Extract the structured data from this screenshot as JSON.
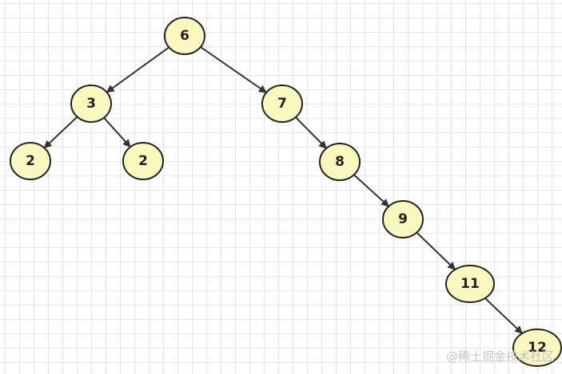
{
  "tree": {
    "nodes": [
      {
        "id": "n6",
        "label": "6"
      },
      {
        "id": "n3",
        "label": "3"
      },
      {
        "id": "n7",
        "label": "7"
      },
      {
        "id": "n2a",
        "label": "2"
      },
      {
        "id": "n2b",
        "label": "2"
      },
      {
        "id": "n8",
        "label": "8"
      },
      {
        "id": "n9",
        "label": "9"
      },
      {
        "id": "n11",
        "label": "11"
      },
      {
        "id": "n12",
        "label": "12"
      }
    ],
    "edges": [
      {
        "from": "n6",
        "to": "n3"
      },
      {
        "from": "n6",
        "to": "n7"
      },
      {
        "from": "n3",
        "to": "n2a"
      },
      {
        "from": "n3",
        "to": "n2b"
      },
      {
        "from": "n7",
        "to": "n8"
      },
      {
        "from": "n8",
        "to": "n9"
      },
      {
        "from": "n9",
        "to": "n11"
      },
      {
        "from": "n11",
        "to": "n12"
      }
    ]
  },
  "colors": {
    "node_fill": "#fbf8bf",
    "node_stroke": "#222222",
    "edge": "#333333",
    "grid": "#e4e4e4"
  },
  "watermark": {
    "text": "@稀土掘金技术社区"
  }
}
